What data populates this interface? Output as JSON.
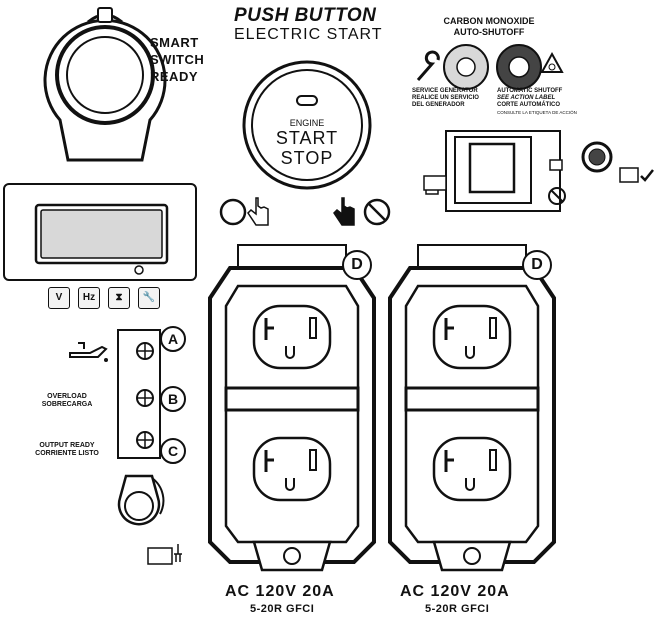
{
  "smart_switch": {
    "lines": [
      "SMART",
      "SWITCH",
      "READY"
    ]
  },
  "start_panel": {
    "title": "PUSH BUTTON",
    "subtitle": "ELECTRIC START",
    "button_small": "ENGINE",
    "button_start": "START",
    "button_stop": "STOP"
  },
  "co_panel": {
    "title1": "CARBON MONOXIDE",
    "title2": "AUTO-SHUTOFF",
    "service_en": "SERVICE GENERATOR",
    "service_es1": "REALICE UN SERVICIO",
    "service_es2": "DEL GENERADOR",
    "auto_en": "AUTOMATIC SHUTOFF",
    "auto_note": "SEE ACTION LABEL",
    "auto_es": "CORTE AUTOMÁTICO",
    "auto_es_note": "CONSULTE LA ETIQUETA DE ACCIÓN"
  },
  "meter_keys": [
    "V",
    "Hz",
    "⧗",
    "🔧"
  ],
  "indicators": {
    "a": "A",
    "b": "B",
    "c": "C",
    "overload_en": "OVERLOAD",
    "overload_es": "SOBRECARGA",
    "output_en": "OUTPUT READY",
    "output_es": "CORRIENTE LISTO"
  },
  "outlets": [
    {
      "tag": "D",
      "rating": "AC 120V 20A",
      "type": "5-20R GFCI"
    },
    {
      "tag": "D",
      "rating": "AC 120V 20A",
      "type": "5-20R GFCI"
    }
  ],
  "colors": {
    "ink": "#111111",
    "grey": "#d8d8d8",
    "light": "#efefef"
  }
}
